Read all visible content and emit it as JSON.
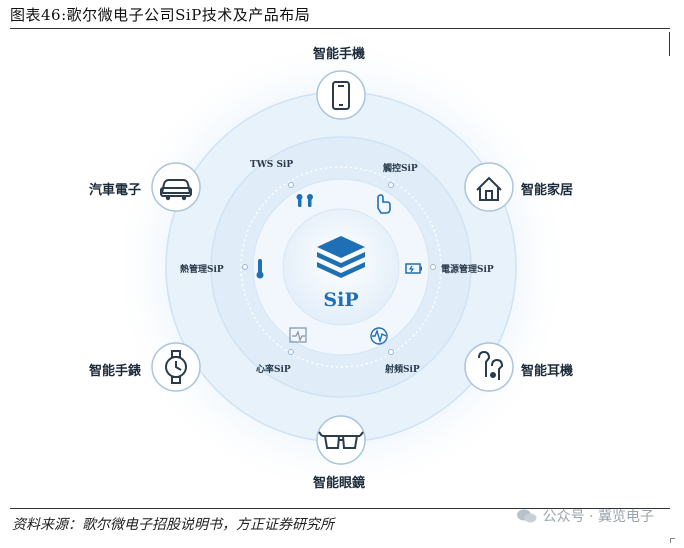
{
  "header": {
    "title": "图表46:歌尔微电子公司SiP技术及产品布局"
  },
  "center": {
    "label": "SiP"
  },
  "outer_nodes": [
    {
      "label": "智能手機",
      "icon": "smartphone-icon"
    },
    {
      "label": "智能家居",
      "icon": "smart-home-icon"
    },
    {
      "label": "智能耳機",
      "icon": "earbuds-icon"
    },
    {
      "label": "智能眼鏡",
      "icon": "smart-glasses-icon"
    },
    {
      "label": "智能手錶",
      "icon": "smartwatch-icon"
    },
    {
      "label": "汽車電子",
      "icon": "car-icon"
    }
  ],
  "inner_nodes": [
    {
      "label": "TWS SiP",
      "icon": "earbuds-icon"
    },
    {
      "label": "觸控SiP",
      "icon": "touch-icon"
    },
    {
      "label": "電源管理SiP",
      "icon": "battery-icon"
    },
    {
      "label": "射頻SiP",
      "icon": "rf-wave-icon"
    },
    {
      "label": "心率SiP",
      "icon": "heart-rate-icon"
    },
    {
      "label": "熱管理SiP",
      "icon": "thermometer-icon"
    }
  ],
  "footer": {
    "source": "资料来源：歌尔微电子招股说明书，方正证券研究所",
    "watermark": "公众号 · 冀览电子"
  },
  "colors": {
    "accent": "#1f6fb5",
    "ring": "#d4e7f6",
    "text": "#1c2b3a"
  }
}
